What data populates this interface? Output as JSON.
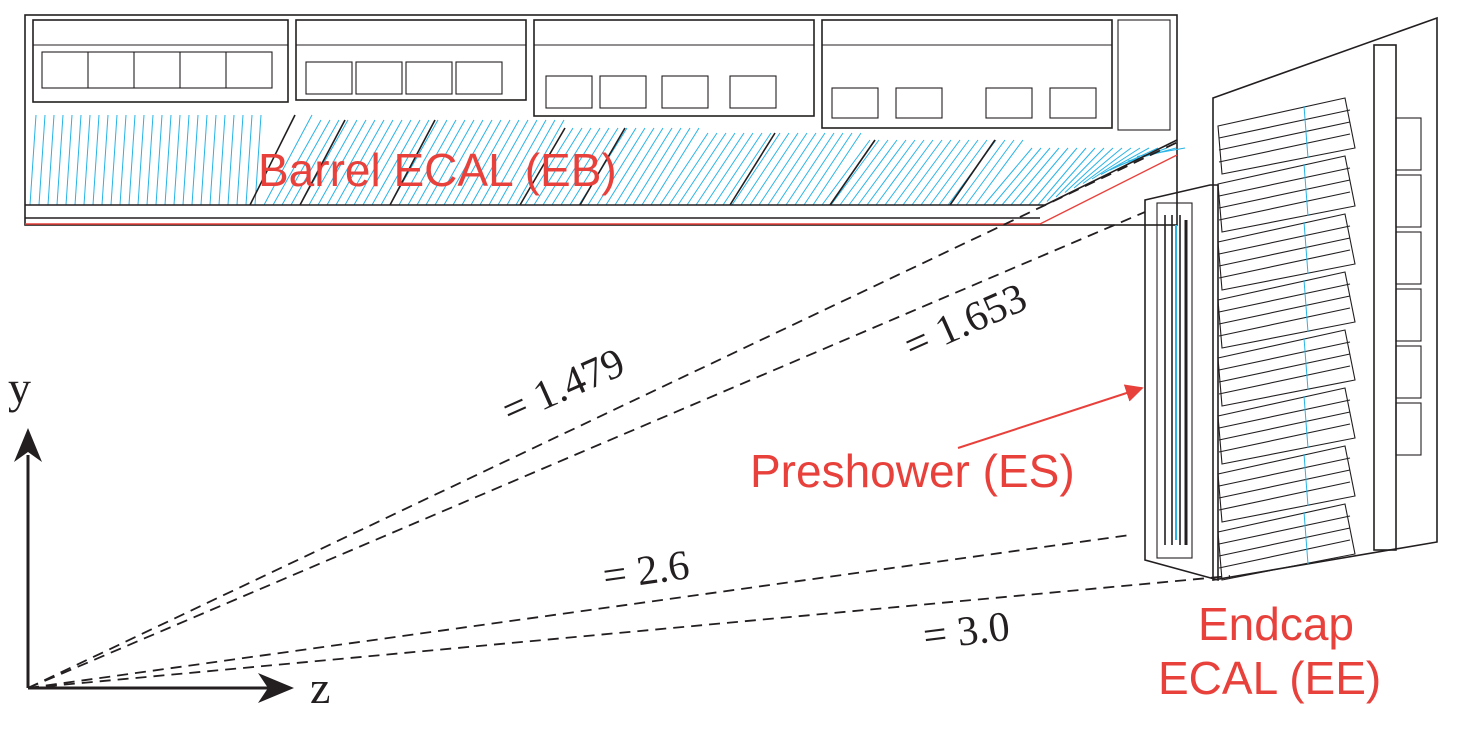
{
  "labels": {
    "barrel": "Barrel ECAL (EB)",
    "preshower": "Preshower (ES)",
    "endcap_line1": "Endcap",
    "endcap_line2": "ECAL (EE)"
  },
  "axes": {
    "y": "y",
    "z": "z"
  },
  "eta_lines": [
    {
      "value_label": "= 1.479"
    },
    {
      "value_label": "= 1.653"
    },
    {
      "value_label": "= 2.6"
    },
    {
      "value_label": "= 3.0"
    }
  ],
  "colors": {
    "label_red": "#e8413c",
    "crystal_cyan": "#28b4e6",
    "line_dark": "#231f20"
  }
}
